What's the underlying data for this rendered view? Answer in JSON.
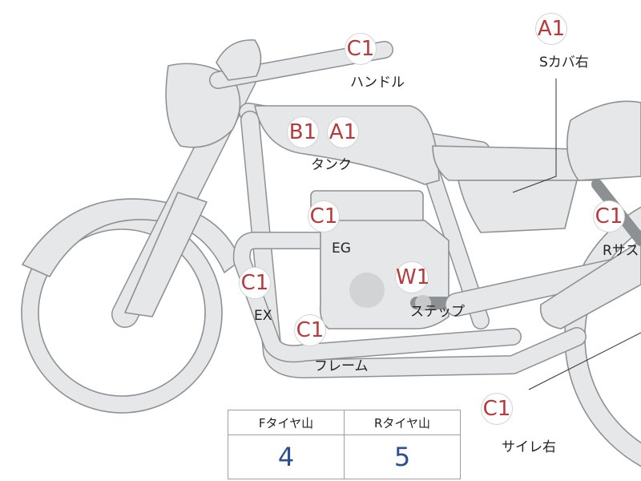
{
  "colors": {
    "part_fill": "#e6e7e8",
    "part_outline": "#8e9194",
    "code_text": "#b83a3a",
    "value_text": "#2d4f91"
  },
  "parts": [
    {
      "name": "handle",
      "label": "ハンドル",
      "codes": [
        "C1"
      ]
    },
    {
      "name": "side-cover-right",
      "label": "Sカバ右",
      "codes": [
        "A1"
      ]
    },
    {
      "name": "tank",
      "label": "タンク",
      "codes": [
        "B1",
        "A1"
      ]
    },
    {
      "name": "engine",
      "label": "EG",
      "codes": [
        "C1"
      ]
    },
    {
      "name": "rear-suspension",
      "label": "Rサス",
      "codes": [
        "C1"
      ]
    },
    {
      "name": "exhaust",
      "label": "EX",
      "codes": [
        "C1"
      ]
    },
    {
      "name": "step",
      "label": "ステップ",
      "codes": [
        "W1"
      ]
    },
    {
      "name": "frame",
      "label": "フレーム",
      "codes": [
        "C1"
      ]
    },
    {
      "name": "silencer-right",
      "label": "サイレ右",
      "codes": [
        "C1"
      ]
    }
  ],
  "tread_table": {
    "headers": [
      "Fタイヤ山",
      "Rタイヤ山"
    ],
    "values": [
      "4",
      "5"
    ]
  }
}
